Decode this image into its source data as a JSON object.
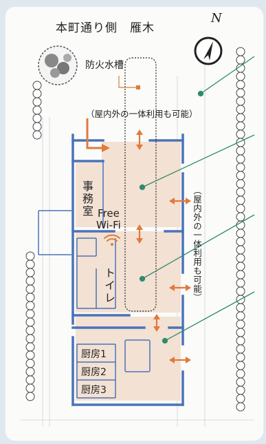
{
  "title": "本町通り側　雁木",
  "north_label": "N",
  "fire_tank_label": "防火水槽",
  "top_note": "（屋内外の一体利用も可能）",
  "side_note": "（屋内外の一体利用も可能）",
  "rooms": {
    "office": "事務室",
    "toilet": "トイレ",
    "kitchens": [
      "厨房1",
      "厨房2",
      "厨房3"
    ]
  },
  "wifi": {
    "line1": "Free",
    "line2": "Wi-Fi"
  },
  "colors": {
    "wall": "#4a73b8",
    "floor": "#f3e1d3",
    "arrow": "#e07a3a",
    "leader": "#2f8b6e",
    "tank_marker": "#e07a3a"
  }
}
